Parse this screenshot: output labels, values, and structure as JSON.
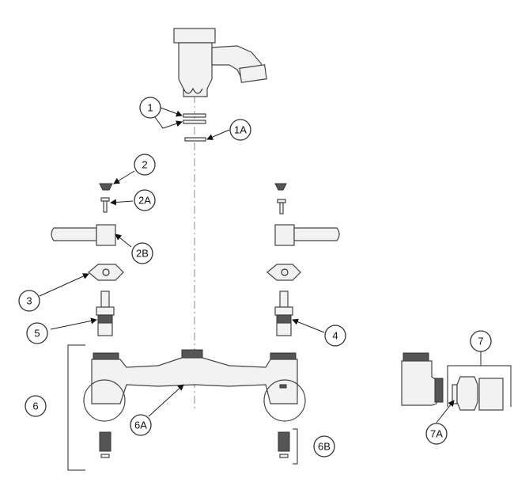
{
  "callouts": {
    "c1": "1",
    "c1a": "1A",
    "c2": "2",
    "c2a": "2A",
    "c2b": "2B",
    "c3": "3",
    "c4": "4",
    "c5": "5",
    "c6": "6",
    "c6a": "6A",
    "c6b": "6B",
    "c7": "7",
    "c7a": "7A"
  }
}
